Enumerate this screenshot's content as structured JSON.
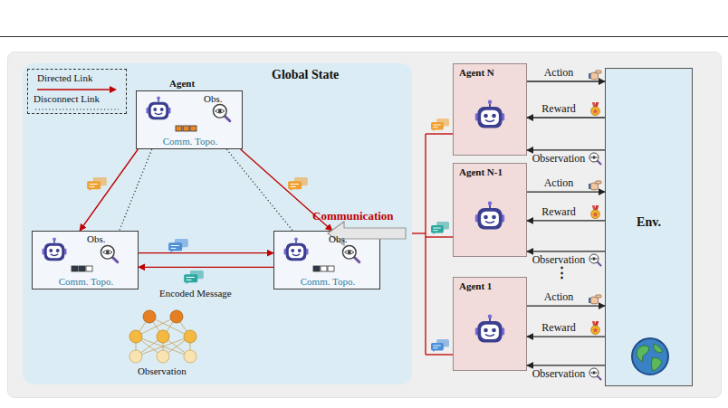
{
  "diagram": {
    "nodes": [
      {
        "text": [
          "Global State"
        ]
      },
      {
        "text": [
          "Agent",
          "Obs.",
          "Comm. Topo."
        ],
        "in": 0
      },
      {
        "text": [
          "Obs.",
          "Comm. Topo."
        ],
        "in": 0
      },
      {
        "text": [
          "Obs.",
          "Comm. Topo."
        ],
        "in": 0
      },
      {
        "text": [
          "Agent N"
        ]
      },
      {
        "text": [
          "Agent N-1"
        ]
      },
      {
        "text": [
          "Agent 1"
        ]
      },
      {
        "text": [
          "Env."
        ]
      }
    ],
    "edges": [
      {
        "from": 1,
        "to": 2,
        "arrow": "to"
      },
      {
        "from": 1,
        "to": 3,
        "arrow": "to"
      },
      {
        "from": 1,
        "to": 2,
        "arrow": "none"
      },
      {
        "from": 1,
        "to": 3,
        "arrow": "none"
      },
      {
        "from": 2,
        "to": 3,
        "arrow": "to"
      },
      {
        "from": 3,
        "to": 2,
        "arrow": "to"
      },
      {
        "from": 4,
        "to": 7,
        "label": "Action",
        "arrow": "to"
      },
      {
        "from": 7,
        "to": 4,
        "label": "Reward",
        "arrow": "to"
      },
      {
        "from": 7,
        "to": 4,
        "label": "Observation",
        "arrow": "to"
      },
      {
        "from": 5,
        "to": 7,
        "label": "Action",
        "arrow": "to"
      },
      {
        "from": 7,
        "to": 5,
        "label": "Reward",
        "arrow": "to"
      },
      {
        "from": 7,
        "to": 5,
        "label": "Observation",
        "arrow": "to"
      },
      {
        "from": 6,
        "to": 7,
        "label": "Action",
        "arrow": "to"
      },
      {
        "from": 7,
        "to": 6,
        "label": "Reward",
        "arrow": "to"
      },
      {
        "from": 7,
        "to": 6,
        "label": "Observation",
        "arrow": "to"
      }
    ],
    "labels": [
      "Communication",
      "Encoded Message",
      "Observation",
      "⋮"
    ],
    "legend": [
      {
        "text": "Directed Link"
      },
      {
        "text": "Disconnect Link"
      }
    ]
  }
}
